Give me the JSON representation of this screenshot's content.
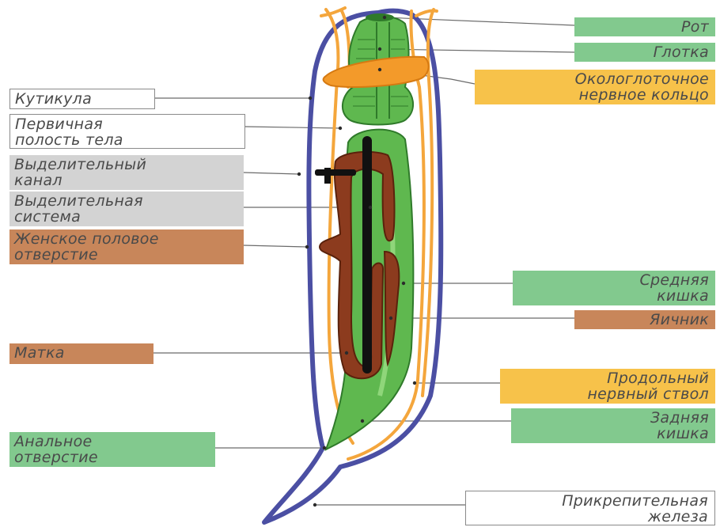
{
  "labels": {
    "mouth": [
      "Рот"
    ],
    "pharynx": [
      "Глотка"
    ],
    "nerve_ring": [
      "Окологлоточное",
      "нервное кольцо"
    ],
    "cuticle": [
      "Кутикула"
    ],
    "body_cavity": [
      "Первичная",
      "полость тела"
    ],
    "excretory_canal": [
      "Выделительный",
      "канал"
    ],
    "excretory_system": [
      "Выделительная",
      "система"
    ],
    "female_opening": [
      "Женское половое",
      "отверстие"
    ],
    "midgut": [
      "Средняя",
      "кишка"
    ],
    "ovary": [
      "Яичник"
    ],
    "uterus": [
      "Матка"
    ],
    "nerve_cord": [
      "Продольный",
      "нервный ствол"
    ],
    "hindgut": [
      "Задняя",
      "кишка"
    ],
    "anus": [
      "Анальное",
      "отверстие"
    ],
    "adhesive_gland": [
      "Прикрепительная",
      "железа"
    ]
  },
  "colors": {
    "cuticle": "#4b4fa3",
    "nerve": "#f4a63c",
    "gut": "#3f9a3c",
    "gut_light": "#7ccb68",
    "reproductive": "#8c3b1e",
    "excretory": "#111111",
    "label_green": "#82c98e",
    "label_orange": "#f7c24a",
    "label_brown": "#c8865a",
    "label_grey": "#d3d3d3"
  }
}
